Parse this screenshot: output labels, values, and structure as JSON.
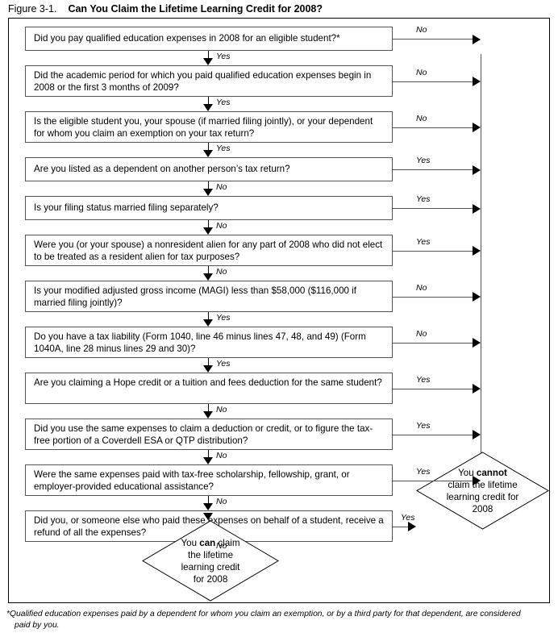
{
  "figure": {
    "number": "Figure 3-1.",
    "title": "Can You Claim the Lifetime Learning Credit for 2008?"
  },
  "labels": {
    "yes": "Yes",
    "no": "No"
  },
  "chart_data": {
    "type": "diagram",
    "title": "Can You Claim the Lifetime Learning Credit for 2008?",
    "nodes": [
      {
        "id": "q1",
        "text": "Did you pay qualified education expenses in 2008 for an eligible student?*",
        "lines": 1,
        "down": "Yes",
        "side": "No"
      },
      {
        "id": "q2",
        "text": "Did the academic period for which you paid qualified education expenses begin in 2008 or the first 3 months of 2009?",
        "lines": 2,
        "down": "Yes",
        "side": "No"
      },
      {
        "id": "q3",
        "text": "Is the eligible student you, your spouse (if married filing jointly), or your dependent for whom you claim an exemption on your tax return?",
        "lines": 2,
        "down": "Yes",
        "side": "No"
      },
      {
        "id": "q4",
        "text": "Are you listed as a dependent on another person’s tax return?",
        "lines": 1,
        "down": "No",
        "side": "Yes"
      },
      {
        "id": "q5",
        "text": "Is your filing status married filing separately?",
        "lines": 1,
        "down": "No",
        "side": "Yes"
      },
      {
        "id": "q6",
        "text": "Were you (or your spouse) a nonresident alien for any part of 2008 who did not elect to be treated as a resident alien for tax purposes?",
        "lines": 2,
        "down": "No",
        "side": "Yes"
      },
      {
        "id": "q7",
        "text": "Is your modified adjusted gross income (MAGI) less than $58,000 ($116,000 if married filing jointly)?",
        "lines": 2,
        "down": "Yes",
        "side": "No"
      },
      {
        "id": "q8",
        "text": "Do you have a tax liability (Form 1040, line 46 minus lines 47, 48, and 49) (Form 1040A, line 28 minus lines 29 and 30)?",
        "lines": 2,
        "down": "Yes",
        "side": "No"
      },
      {
        "id": "q9",
        "text": "Are you claiming a Hope credit or a tuition and fees deduction for the same student?",
        "lines": 2,
        "down": "No",
        "side": "Yes"
      },
      {
        "id": "q10",
        "text": "Did you use the same expenses to claim a deduction or credit, or to figure the tax-free portion of a Coverdell ESA or QTP distribution?",
        "lines": 2,
        "down": "No",
        "side": "Yes"
      },
      {
        "id": "q11",
        "text": "Were the same expenses paid with tax-free scholarship, fellowship, grant, or employer-provided educational assistance?",
        "lines": 2,
        "down": "No",
        "side": "Yes"
      },
      {
        "id": "q12",
        "text": "Did you, or someone else who paid these expenses on behalf of a student, receive a refund of all the expenses?",
        "lines": 2,
        "down": "No",
        "side": "Yes"
      }
    ],
    "outcomes": {
      "cannot": {
        "l1": "You ",
        "b": "cannot",
        "l2": "claim the lifetime",
        "l3": "learning credit for",
        "l4": "2008"
      },
      "can": {
        "l1a": "You ",
        "b": "can",
        "l1b": " claim",
        "l2": "the lifetime",
        "l3": "learning credit",
        "l4": "for 2008"
      }
    }
  },
  "boxes": [
    {
      "text": "Did you pay qualified education expenses in 2008 for an eligible student?*"
    },
    {
      "text": "Did the academic period for which you paid qualified education expenses begin in 2008 or the first 3 months of 2009?"
    },
    {
      "text": "Is the eligible student you, your spouse (if married filing jointly), or your dependent for whom you claim an exemption on your tax return?"
    },
    {
      "text": "Are you listed as a dependent on another person’s tax return?"
    },
    {
      "text": "Is your filing status married filing separately?"
    },
    {
      "text": "Were you (or your spouse) a nonresident alien for any part of 2008 who did not elect to be treated as a resident alien for tax purposes?"
    },
    {
      "text": "Is your modified adjusted gross income (MAGI) less than $58,000 ($116,000 if married filing jointly)?"
    },
    {
      "text": "Do you have a tax liability (Form 1040, line 46 minus lines 47, 48, and 49) (Form 1040A, line 28 minus lines 29 and 30)?"
    },
    {
      "text": "Are you claiming a Hope credit or a tuition and fees deduction for the same student?"
    },
    {
      "text": "Did you use the same expenses to claim a deduction or credit, or to figure the tax-free portion of a Coverdell ESA or QTP distribution?"
    },
    {
      "text": "Were the same expenses paid with tax-free scholarship, fellowship, grant, or employer-provided educational assistance?"
    },
    {
      "text": "Did you, or someone else who paid these expenses on behalf of a student, receive a refund of all the expenses?"
    }
  ],
  "side_labels": [
    "No",
    "No",
    "No",
    "Yes",
    "Yes",
    "Yes",
    "No",
    "No",
    "Yes",
    "Yes",
    "Yes",
    "Yes"
  ],
  "down_labels": [
    "Yes",
    "Yes",
    "Yes",
    "No",
    "No",
    "No",
    "Yes",
    "Yes",
    "No",
    "No",
    "No",
    "No"
  ],
  "cannot_node": {
    "line1_pre": "You ",
    "line1_bold": "cannot",
    "line2": "claim the lifetime",
    "line3": "learning credit for",
    "line4": "2008"
  },
  "can_node": {
    "line1_pre": "You ",
    "line1_bold": "can",
    "line1_post": " claim",
    "line2": "the lifetime",
    "line3": "learning credit",
    "line4": "for 2008"
  },
  "footnote": {
    "line1": "*Qualified education expenses paid by a dependent for whom you claim an exemption, or by a third party for that dependent, are considered",
    "line2": "paid by you."
  }
}
